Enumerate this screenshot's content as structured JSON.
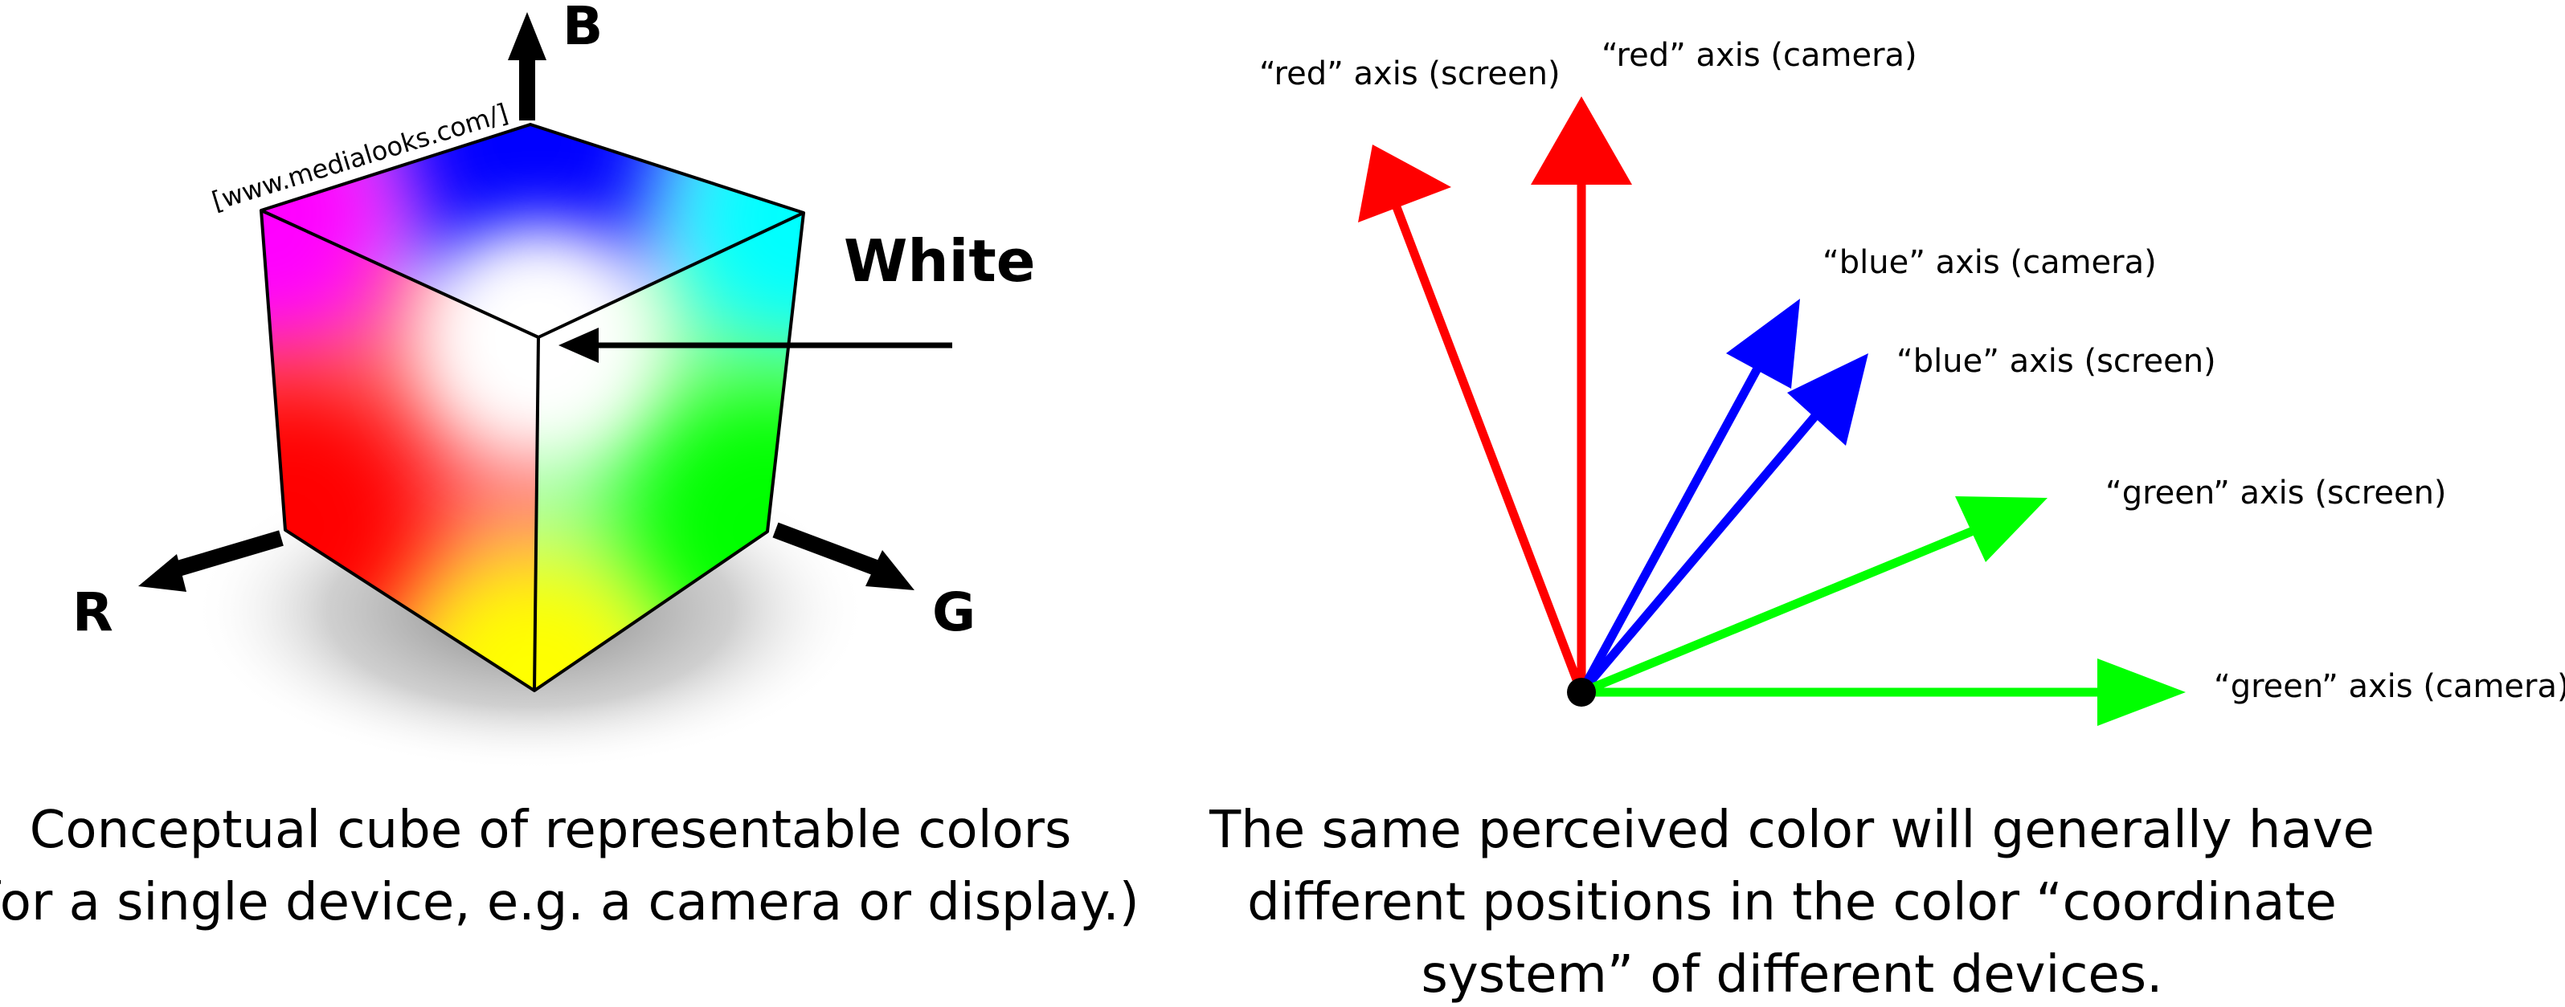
{
  "cube": {
    "watermark": "[www.medialooks.com/]",
    "axis_b": "B",
    "axis_r": "R",
    "axis_g": "G",
    "white_label": "White",
    "caption_line1": "Conceptual cube of representable colors",
    "caption_line2": "(for a single device, e.g. a camera or display.)"
  },
  "axes": {
    "red_screen": "“red” axis (screen)",
    "red_camera": "“red” axis (camera)",
    "blue_camera": "“blue” axis (camera)",
    "blue_screen": "“blue” axis (screen)",
    "green_screen": "“green”  axis (screen)",
    "green_camera": "“green”  axis (camera)",
    "caption_line1": "The same perceived color will generally have",
    "caption_line2": "different positions in the color “coordinate",
    "caption_line3": "system” of different devices.",
    "colors": {
      "red": "#ff0000",
      "green": "#00ff00",
      "blue": "#0000ff",
      "origin": "#000000"
    }
  }
}
